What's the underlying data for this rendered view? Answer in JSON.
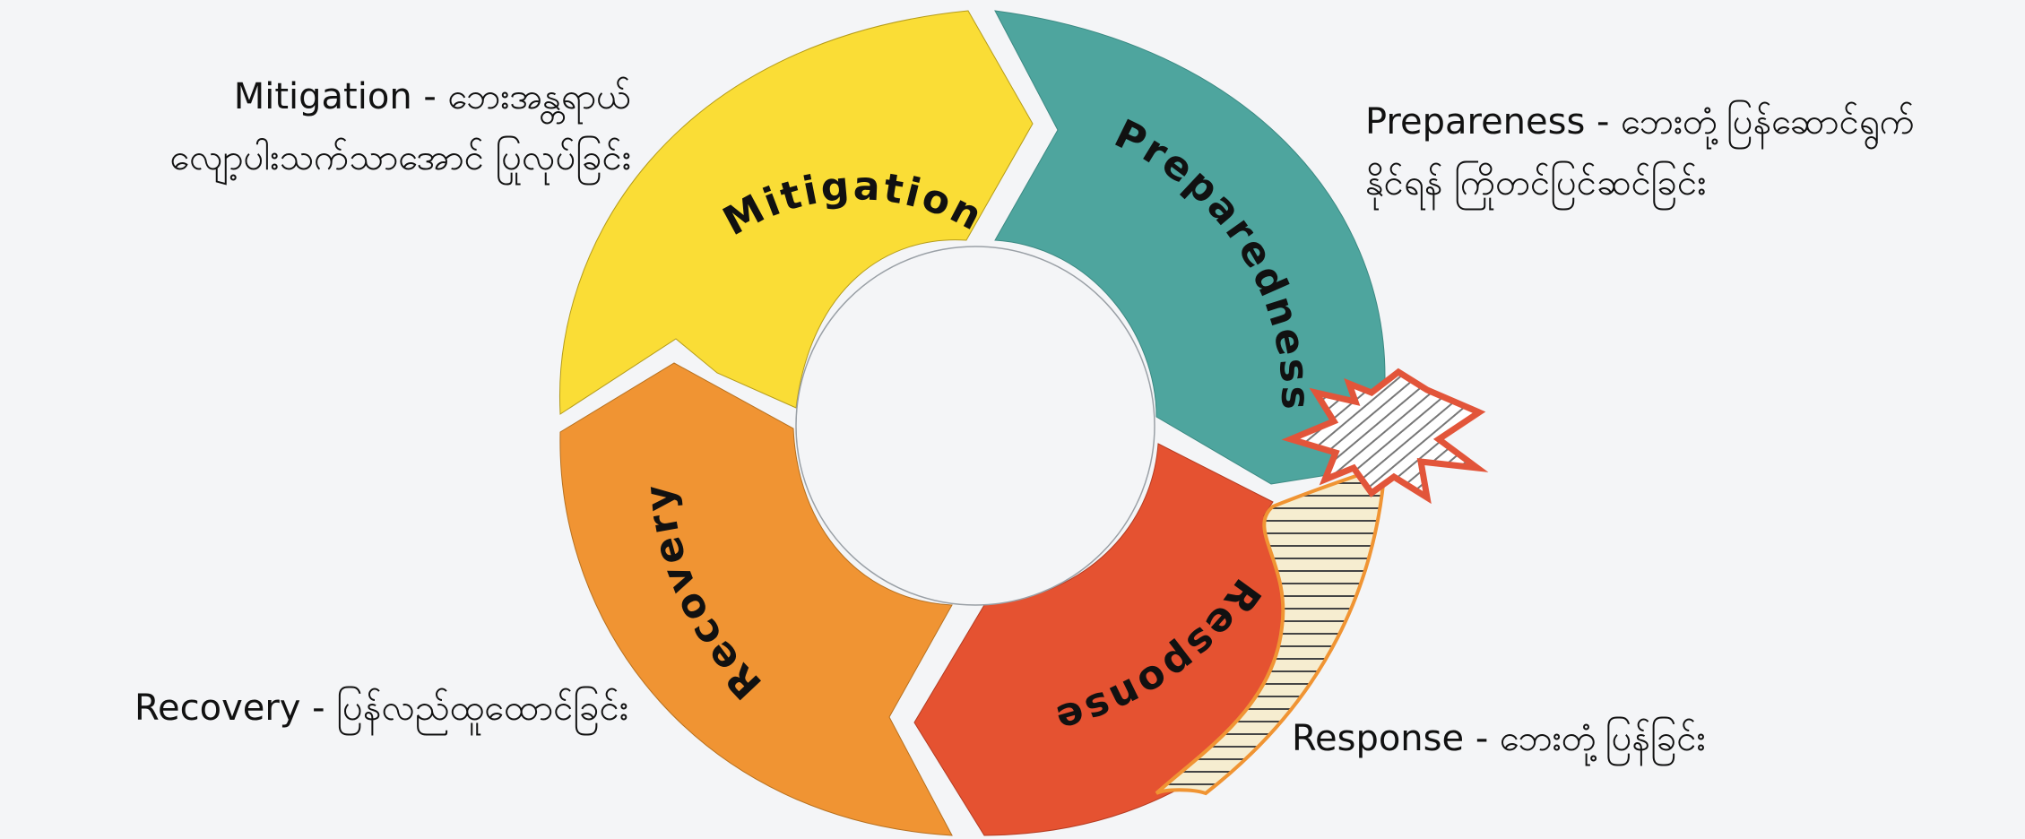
{
  "segments": [
    {
      "key": "mitigation",
      "label": "Mitigation",
      "color": "#fadd36"
    },
    {
      "key": "preparedness",
      "label": "Preparedness",
      "color": "#4ea59e"
    },
    {
      "key": "response",
      "label": "Response",
      "color": "#e55231"
    },
    {
      "key": "recovery",
      "label": "Recovery",
      "color": "#f09433"
    }
  ],
  "descriptions": {
    "mitigation": {
      "line1": "Mitigation - ဘေးအန္တရာယ်",
      "line2": "လျော့ပါးသက်သာအောင် ပြုလုပ်ခြင်း"
    },
    "preparedness": {
      "line1": "Prepareness -  ဘေးတုံ့ပြန်ဆောင်ရွက်",
      "line2": "နိုင်ရန် ကြိုတင်ပြင်ဆင်ခြင်း"
    },
    "response": {
      "line1": "Response - ဘေးတုံ့ပြန်ခြင်း"
    },
    "recovery": {
      "line1": "Recovery - ပြန်လည်ထူထောင်ခြင်း"
    }
  },
  "icons": {
    "disaster_burst": "explosion-burst-icon",
    "disaster_wave": "hatched-wave-icon"
  },
  "colors": {
    "background": "#f4f5f7",
    "burst_outline": "#e2553a",
    "wave_outline": "#f09433"
  }
}
